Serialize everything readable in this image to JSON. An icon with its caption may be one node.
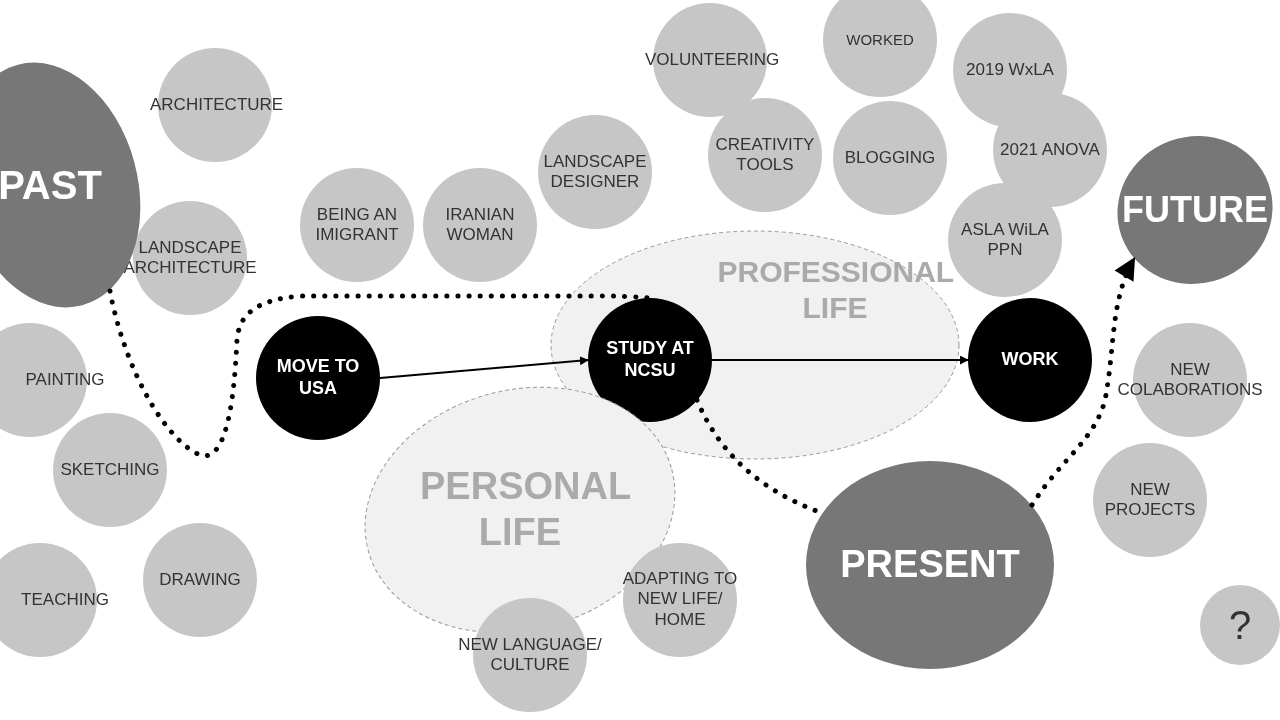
{
  "diagram": {
    "nodes": [
      {
        "text": [
          "PAST"
        ]
      },
      {
        "text": [
          "ARCHITECTURE"
        ]
      },
      {
        "text": [
          "LANDSCAPE ARCHITECTURE"
        ]
      },
      {
        "text": [
          "PAINTING"
        ]
      },
      {
        "text": [
          "SKETCHING"
        ]
      },
      {
        "text": [
          "DRAWING"
        ]
      },
      {
        "text": [
          "TEACHING"
        ]
      },
      {
        "text": [
          "BEING AN IMIGRANT"
        ]
      },
      {
        "text": [
          "IRANIAN WOMAN"
        ]
      },
      {
        "text": [
          "LANDSCAPE DESIGNER"
        ]
      },
      {
        "text": [
          "PROFESSIONAL LIFE"
        ]
      },
      {
        "text": [
          "PERSONAL LIFE"
        ]
      },
      {
        "text": [
          "MOVE TO USA"
        ]
      },
      {
        "text": [
          "STUDY AT NCSU"
        ],
        "in": 10
      },
      {
        "text": [
          "WORK"
        ]
      },
      {
        "text": [
          "VOLUNTEERING"
        ]
      },
      {
        "text": [
          "WORKED"
        ]
      },
      {
        "text": [
          "CREATIVITY TOOLS"
        ]
      },
      {
        "text": [
          "BLOGGING"
        ]
      },
      {
        "text": [
          "2019 WxLA"
        ]
      },
      {
        "text": [
          "2021 ANOVA"
        ]
      },
      {
        "text": [
          "ASLA WiLA PPN"
        ]
      },
      {
        "text": [
          "FUTURE"
        ]
      },
      {
        "text": [
          "NEW COLABORATIONS"
        ]
      },
      {
        "text": [
          "NEW PROJECTS"
        ]
      },
      {
        "text": [
          "?"
        ]
      },
      {
        "text": [
          "PRESENT"
        ]
      },
      {
        "text": [
          "ADAPTING TO NEW LIFE/ HOME"
        ]
      },
      {
        "text": [
          "NEW LANGUAGE/ CULTURE"
        ]
      }
    ],
    "edges": [
      {
        "from": 12,
        "to": 13,
        "arrow": "to"
      },
      {
        "from": 13,
        "to": 14,
        "arrow": "to"
      },
      {
        "from": 0,
        "to": 13,
        "arrow": "none",
        "style": "dashed"
      },
      {
        "from": 13,
        "to": 26,
        "arrow": "none",
        "style": "dashed"
      },
      {
        "from": 26,
        "to": 22,
        "arrow": "to",
        "style": "dashed"
      }
    ]
  }
}
